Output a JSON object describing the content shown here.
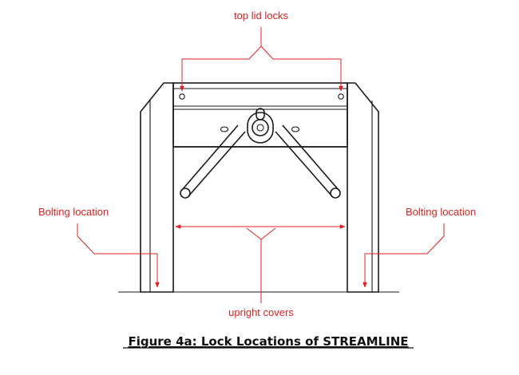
{
  "labels": {
    "top_lid_locks": "top lid locks",
    "bolting_left": "Bolting location",
    "bolting_right": "Bolting location",
    "upright_covers": "upright covers"
  },
  "caption": "Figure 4a: Lock Locations of STREAMLINE",
  "colors": {
    "annotation": "#e02020",
    "ink": "#1a1a1a",
    "background": "#ffffff"
  }
}
